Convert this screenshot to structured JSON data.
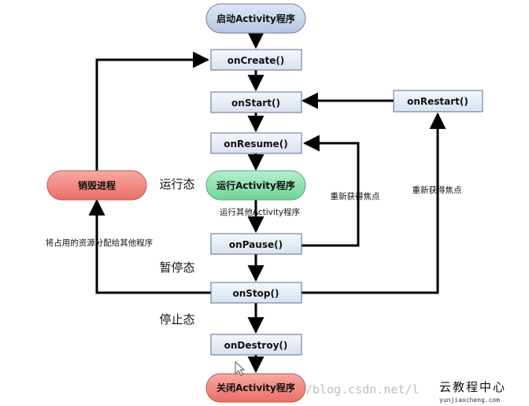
{
  "nodes": {
    "launch": "启动Activity程序",
    "on_create": "onCreate()",
    "on_start": "onStart()",
    "on_restart": "onRestart()",
    "on_resume": "onResume()",
    "running_app": "运行Activity程序",
    "kill_process": "销毁进程",
    "on_pause": "onPause()",
    "on_stop": "onStop()",
    "on_destroy": "onDestroy()",
    "close": "关闭Activity程序"
  },
  "states": {
    "running": "运行态",
    "paused": "暂停态",
    "stopped": "停止态"
  },
  "edge_labels": {
    "other_activity_runs": "运行其他Activity程序",
    "regain_focus_resume": "重新获得焦点",
    "regain_focus_restart": "重新获得焦点",
    "reclaim_resources": "将占用的资源分配给其他程序"
  },
  "watermark": {
    "url": "/blog.csdn.net/l",
    "brand": "云教程中心",
    "brand_sub": "yunjiaocheng.com"
  },
  "colors": {
    "start_fill": "#c5d3ea",
    "running_fill": "#8fe0b0",
    "kill_fill": "#f08a82",
    "box_fill": "#e8edf6",
    "stroke": "#5b6e90",
    "arrow": "#000000"
  },
  "icons": {
    "cursor": "mouse-pointer-icon"
  }
}
